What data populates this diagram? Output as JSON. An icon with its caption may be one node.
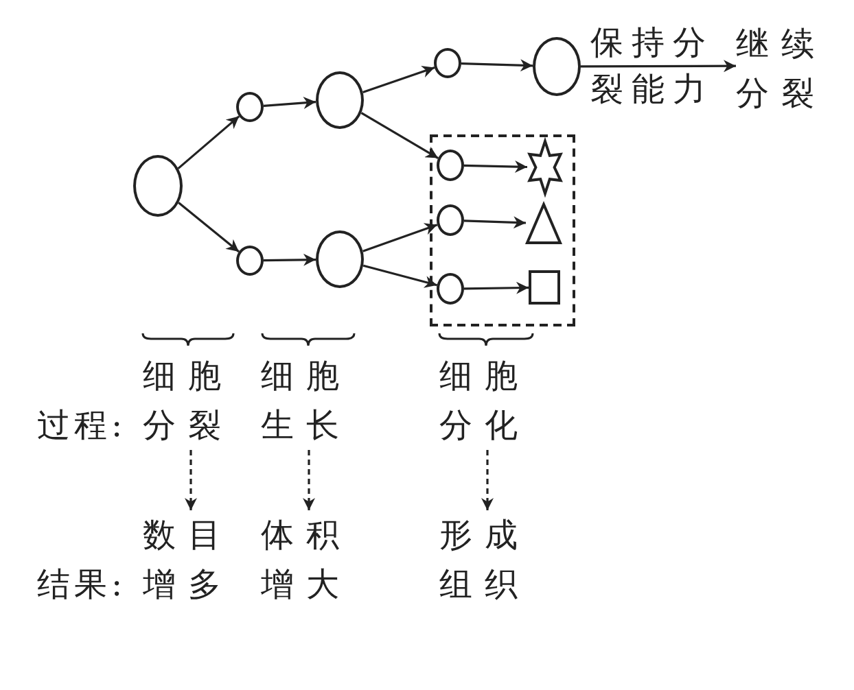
{
  "diagram": {
    "nodes": [
      {
        "text": [],
        "shape": "circle"
      },
      {
        "text": [],
        "shape": "circle"
      },
      {
        "text": [],
        "shape": "circle"
      },
      {
        "text": [],
        "shape": "circle"
      },
      {
        "text": [],
        "shape": "circle"
      },
      {
        "text": [],
        "shape": "circle"
      },
      {
        "text": [],
        "shape": "circle"
      },
      {
        "text": [
          "继续分裂"
        ]
      },
      {
        "text": [],
        "shape": "box"
      },
      {
        "text": [],
        "shape": "circle",
        "in": 8
      },
      {
        "text": [],
        "shape": "star",
        "in": 8
      },
      {
        "text": [],
        "shape": "circle",
        "in": 8
      },
      {
        "text": [],
        "shape": "triangle",
        "in": 8
      },
      {
        "text": [],
        "shape": "circle",
        "in": 8
      },
      {
        "text": [],
        "shape": "square",
        "in": 8
      },
      {
        "text": [
          "细胞分裂"
        ]
      },
      {
        "text": [
          "细胞生长"
        ]
      },
      {
        "text": [
          "细胞分化"
        ]
      },
      {
        "text": [
          "数目增多"
        ]
      },
      {
        "text": [
          "体积增大"
        ]
      },
      {
        "text": [
          "形成组织"
        ]
      }
    ],
    "edges": [
      {
        "from": 0,
        "to": 1,
        "arrow": "to"
      },
      {
        "from": 0,
        "to": 2,
        "arrow": "to"
      },
      {
        "from": 1,
        "to": 3,
        "arrow": "to"
      },
      {
        "from": 2,
        "to": 4,
        "arrow": "to"
      },
      {
        "from": 3,
        "to": 5,
        "arrow": "to"
      },
      {
        "from": 5,
        "to": 6,
        "arrow": "to"
      },
      {
        "from": 6,
        "to": 7,
        "arrow": "to",
        "label": "保持分裂能力"
      },
      {
        "from": 3,
        "to": 9,
        "arrow": "to"
      },
      {
        "from": 4,
        "to": 11,
        "arrow": "to"
      },
      {
        "from": 4,
        "to": 13,
        "arrow": "to"
      },
      {
        "from": 9,
        "to": 10,
        "arrow": "to"
      },
      {
        "from": 11,
        "to": 12,
        "arrow": "to"
      },
      {
        "from": 13,
        "to": 14,
        "arrow": "to"
      },
      {
        "from": 15,
        "to": 18,
        "arrow": "to",
        "style": "dashed"
      },
      {
        "from": 16,
        "to": 19,
        "arrow": "to",
        "style": "dashed"
      },
      {
        "from": 17,
        "to": 20,
        "arrow": "to",
        "style": "dashed"
      }
    ],
    "labels": [
      "过程:",
      "结果:"
    ]
  }
}
